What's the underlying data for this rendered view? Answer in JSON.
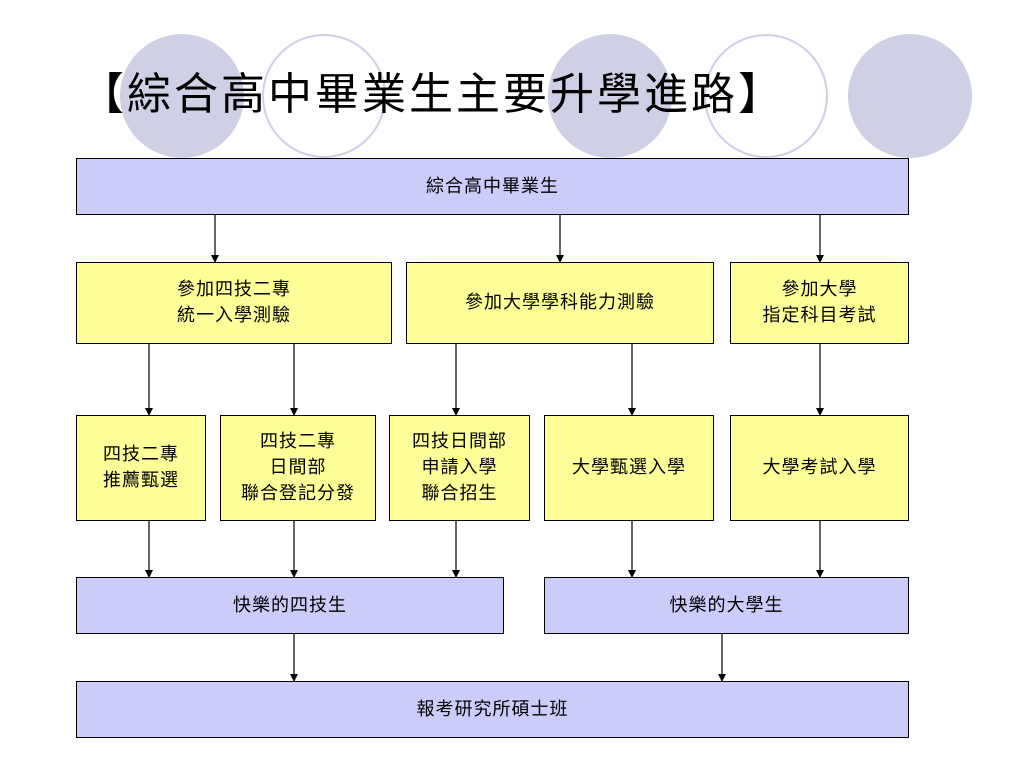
{
  "slide": {
    "title": "【綜合高中畢業生主要升學進路】"
  },
  "diagram": {
    "top": "綜合高中畢業生",
    "exams": {
      "tvee": "參加四技二專\n統一入學測驗",
      "gsat": "參加大學學科能力測驗",
      "ast": "參加大學\n指定科目考試"
    },
    "routes": {
      "recommend": "四技二專\n推薦甄選",
      "day_allocation": "四技二專\n日間部\n聯合登記分發",
      "day_apply": "四技日間部\n申請入學\n聯合招生",
      "univ_select": "大學甄選入學",
      "univ_exam": "大學考試入學"
    },
    "outcomes": {
      "tech": "快樂的四技生",
      "univ": "快樂的大學生"
    },
    "final": "報考研究所碩士班"
  },
  "colors": {
    "purple_box": "#ccccf8",
    "yellow_box": "#ffff99",
    "decor_circle": "#cfcfe6"
  }
}
